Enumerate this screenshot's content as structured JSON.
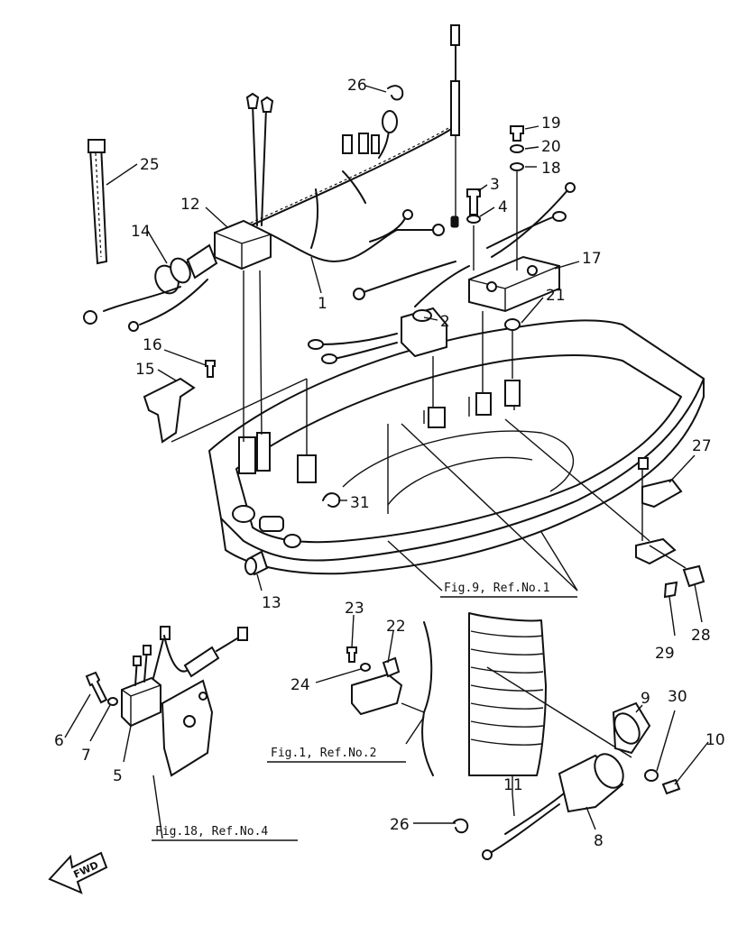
{
  "callouts": [
    {
      "id": "c1",
      "label": "1"
    },
    {
      "id": "c2",
      "label": "2"
    },
    {
      "id": "c3",
      "label": "3"
    },
    {
      "id": "c4",
      "label": "4"
    },
    {
      "id": "c5",
      "label": "5"
    },
    {
      "id": "c6",
      "label": "6"
    },
    {
      "id": "c7",
      "label": "7"
    },
    {
      "id": "c8",
      "label": "8"
    },
    {
      "id": "c9",
      "label": "9"
    },
    {
      "id": "c10",
      "label": "10"
    },
    {
      "id": "c11",
      "label": "11"
    },
    {
      "id": "c12",
      "label": "12"
    },
    {
      "id": "c13",
      "label": "13"
    },
    {
      "id": "c14",
      "label": "14"
    },
    {
      "id": "c15",
      "label": "15"
    },
    {
      "id": "c16",
      "label": "16"
    },
    {
      "id": "c17",
      "label": "17"
    },
    {
      "id": "c18",
      "label": "18"
    },
    {
      "id": "c19",
      "label": "19"
    },
    {
      "id": "c20",
      "label": "20"
    },
    {
      "id": "c21",
      "label": "21"
    },
    {
      "id": "c22",
      "label": "22"
    },
    {
      "id": "c23",
      "label": "23"
    },
    {
      "id": "c24",
      "label": "24"
    },
    {
      "id": "c25",
      "label": "25"
    },
    {
      "id": "c26a",
      "label": "26"
    },
    {
      "id": "c26b",
      "label": "26"
    },
    {
      "id": "c27",
      "label": "27"
    },
    {
      "id": "c28",
      "label": "28"
    },
    {
      "id": "c29",
      "label": "29"
    },
    {
      "id": "c30",
      "label": "30"
    },
    {
      "id": "c31",
      "label": "31"
    }
  ],
  "references": {
    "fig9": "Fig.9, Ref.No.1",
    "fig1": "Fig.1, Ref.No.2",
    "fig18": "Fig.18, Ref.No.4"
  },
  "fwd_label": "FWD"
}
